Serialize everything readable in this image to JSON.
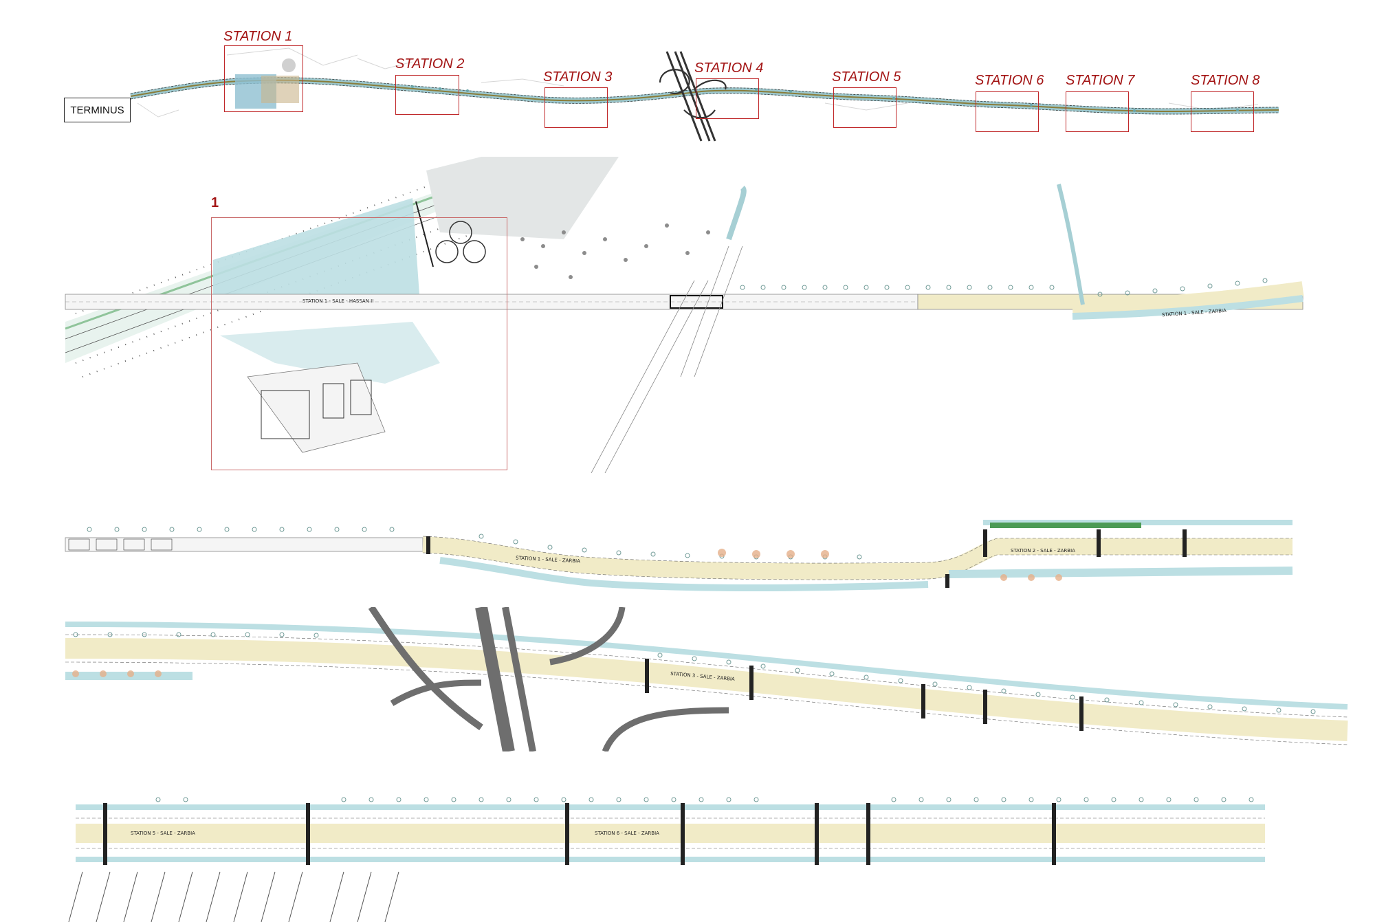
{
  "overview": {
    "terminus_label": "TERMINUS",
    "stations": [
      {
        "label": "STATION 1"
      },
      {
        "label": "STATION 2"
      },
      {
        "label": "STATION 3"
      },
      {
        "label": "STATION 4"
      },
      {
        "label": "STATION 5"
      },
      {
        "label": "STATION 6"
      },
      {
        "label": "STATION 7"
      },
      {
        "label": "STATION 8"
      }
    ]
  },
  "detail": {
    "number": "1",
    "station1_hassan": "STATION 1 - SALE - HASSAN II",
    "station1_zarbia": "STATION 1 - SALE - ZARBIA",
    "station2": "STATION 2 - SALE - ZARBIA",
    "station3": "STATION 3 - SALE - ZARBIA",
    "station5": "STATION 5 - SALE - ZARBIA",
    "station6": "STATION 6 - SALE - ZARBIA"
  },
  "colors": {
    "annotation_red": "#a31414",
    "box_red": "#c0282a",
    "landscape_blue": "#b7d8dc",
    "tram_lane": "#f1ebc7",
    "road_gray": "#6e6e6e"
  }
}
